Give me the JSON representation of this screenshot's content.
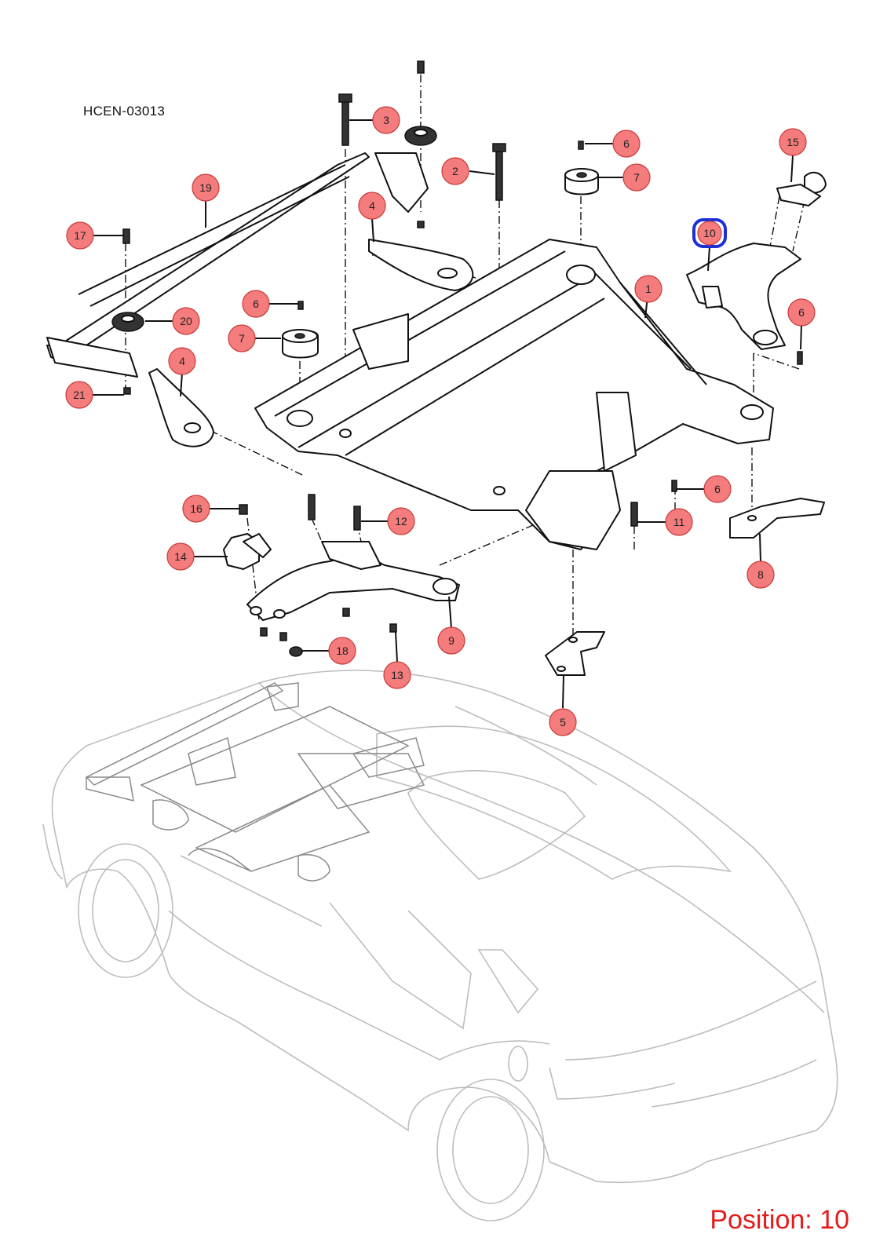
{
  "diagram": {
    "ref_code": "HCEN-03013",
    "position_label": "Position: 10",
    "colors": {
      "callout_fill": "#f47c7c",
      "callout_stroke": "#c93a3a",
      "selected_outline": "#1d2fd6",
      "position_text": "#e41b1b"
    },
    "callouts": [
      {
        "label": "1"
      },
      {
        "label": "2"
      },
      {
        "label": "3"
      },
      {
        "label": "4"
      },
      {
        "label": "4"
      },
      {
        "label": "5"
      },
      {
        "label": "6"
      },
      {
        "label": "6"
      },
      {
        "label": "6"
      },
      {
        "label": "6"
      },
      {
        "label": "7"
      },
      {
        "label": "7"
      },
      {
        "label": "8"
      },
      {
        "label": "9"
      },
      {
        "label": "10",
        "selected": true
      },
      {
        "label": "11"
      },
      {
        "label": "12"
      },
      {
        "label": "13"
      },
      {
        "label": "14"
      },
      {
        "label": "15"
      },
      {
        "label": "16"
      },
      {
        "label": "17"
      },
      {
        "label": "18"
      },
      {
        "label": "19"
      },
      {
        "label": "20"
      },
      {
        "label": "21"
      }
    ]
  }
}
